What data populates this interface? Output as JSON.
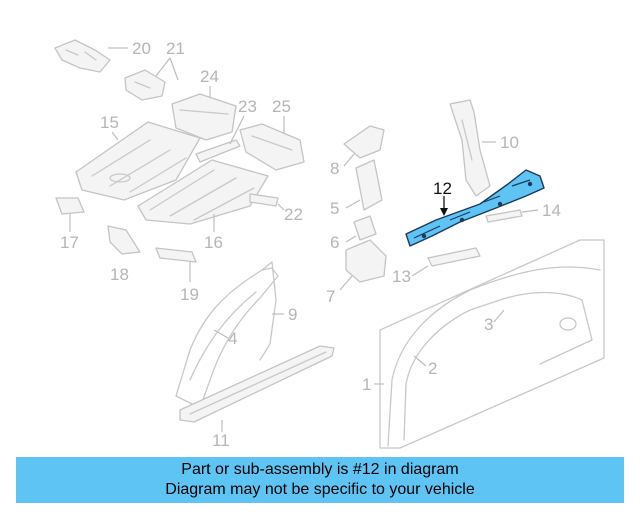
{
  "callouts": [
    "1",
    "2",
    "3",
    "4",
    "5",
    "6",
    "7",
    "8",
    "9",
    "10",
    "11",
    "12",
    "13",
    "14",
    "15",
    "16",
    "17",
    "18",
    "19",
    "20",
    "21",
    "22",
    "23",
    "24",
    "25"
  ],
  "highlight": "12",
  "highlight_color": "#5ec4f4",
  "banner": {
    "line1": "Part or sub-assembly is #12 in diagram",
    "line2": "Diagram may not be specific to your vehicle",
    "color": "#5ec4f4"
  }
}
